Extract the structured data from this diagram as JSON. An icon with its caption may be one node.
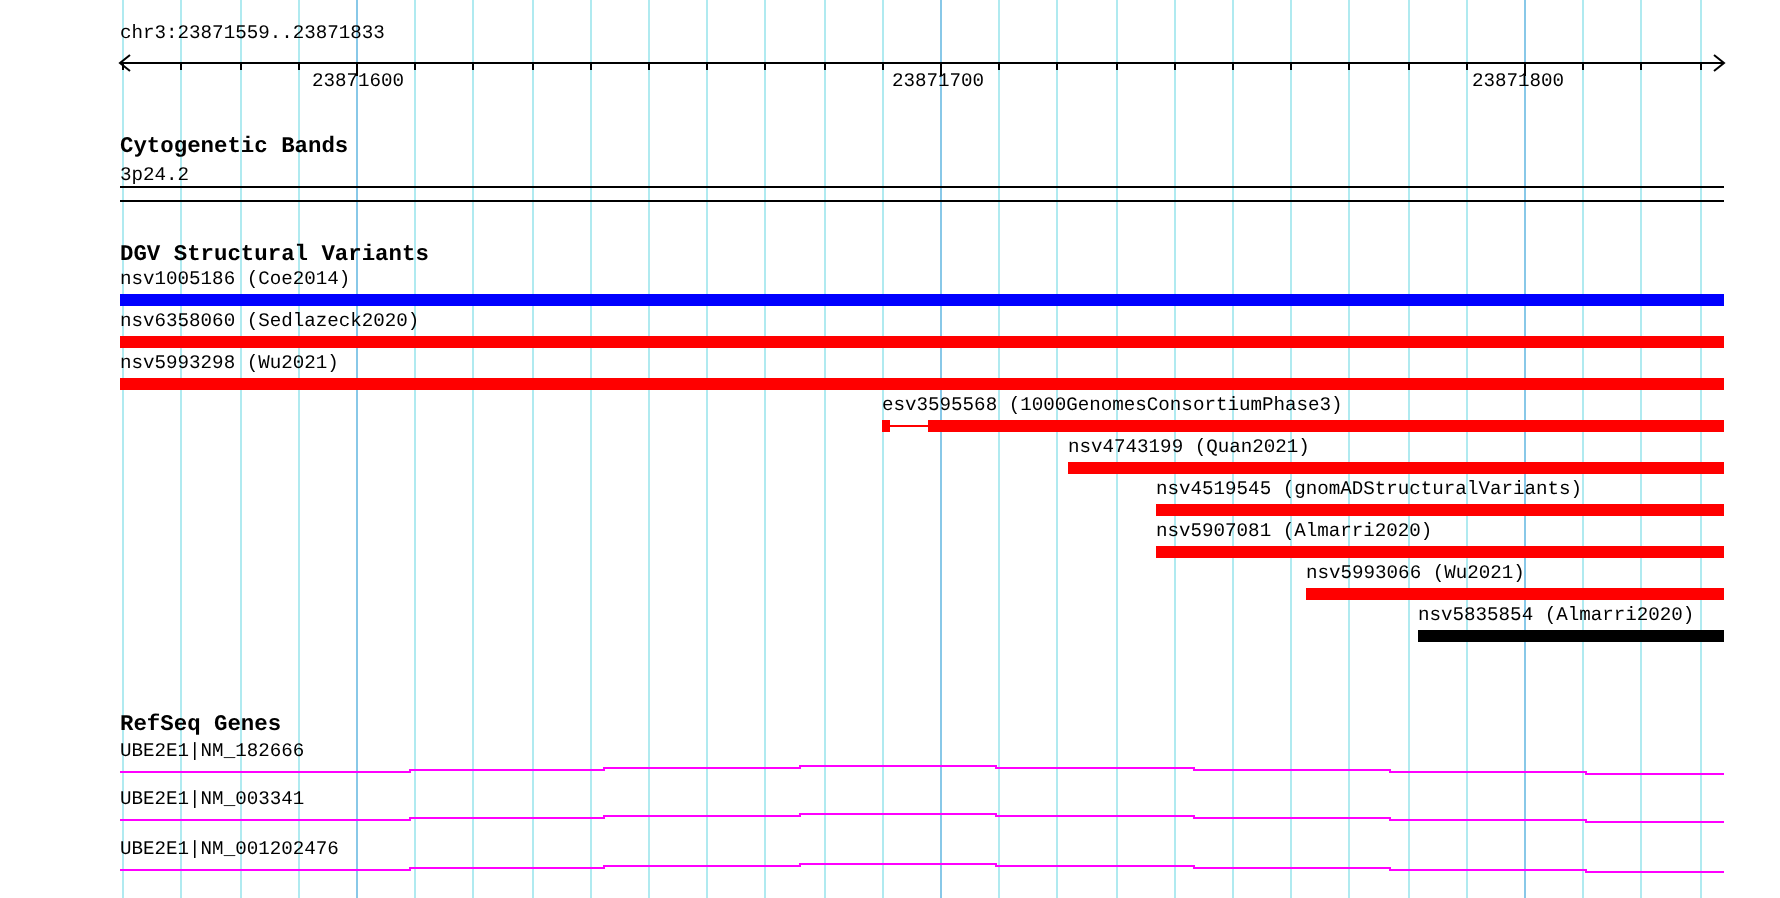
{
  "diagram": {
    "nodes": [
      {
        "text": [
          "3p24.2"
        ]
      },
      {
        "text": [
          "nsv1005186 (Coe2014)"
        ]
      },
      {
        "text": [
          "nsv6358060 (Sedlazeck2020)"
        ]
      },
      {
        "text": [
          "nsv5993298 (Wu2021)"
        ]
      },
      {
        "text": [
          "esv3595568 (1000GenomesConsortiumPhase3)"
        ]
      },
      {
        "text": [
          "nsv4743199 (Quan2021)"
        ]
      },
      {
        "text": [
          "nsv4519545 (gnomADStructuralVariants)"
        ]
      },
      {
        "text": [
          "nsv5907081 (Almarri2020)"
        ]
      },
      {
        "text": [
          "nsv5993066 (Wu2021)"
        ]
      },
      {
        "text": [
          "nsv5835854 (Almarri2020)"
        ]
      },
      {
        "text": [
          "UBE2E1|NM_182666"
        ]
      },
      {
        "text": [
          "UBE2E1|NM_003341"
        ]
      },
      {
        "text": [
          "UBE2E1|NM_001202476"
        ]
      }
    ],
    "labels": [
      "chr3:23871559..23871833",
      "23871600",
      "23871700",
      "23871800",
      "Cytogenetic Bands",
      "DGV Structural Variants",
      "RefSeq Genes"
    ]
  }
}
